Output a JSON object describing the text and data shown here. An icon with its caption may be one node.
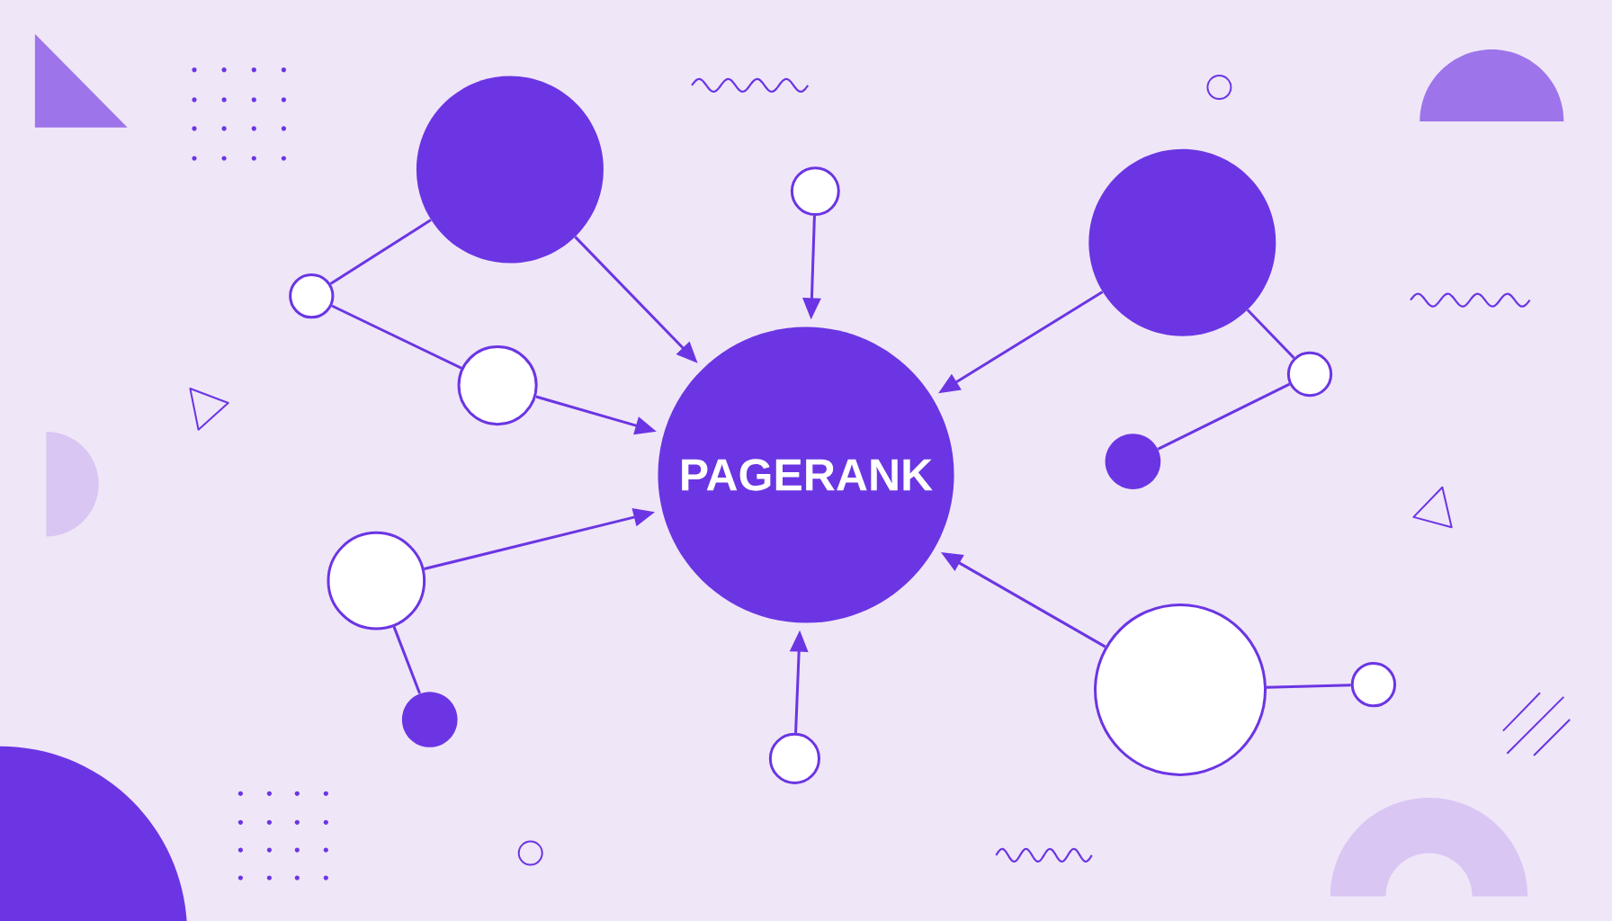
{
  "diagram": {
    "nodes": [
      {
        "text": [
          "PAGERANK"
        ]
      },
      {
        "text": [],
        "shape": "circle"
      },
      {
        "text": [],
        "shape": "circle"
      },
      {
        "text": [],
        "shape": "circle"
      },
      {
        "text": [],
        "shape": "circle"
      },
      {
        "text": [],
        "shape": "circle"
      },
      {
        "text": [],
        "shape": "circle"
      },
      {
        "text": [],
        "shape": "circle"
      },
      {
        "text": [],
        "shape": "circle"
      },
      {
        "text": [],
        "shape": "circle"
      },
      {
        "text": [],
        "shape": "circle"
      },
      {
        "text": [],
        "shape": "circle"
      },
      {
        "text": [],
        "shape": "circle"
      }
    ],
    "edges": [
      {
        "from": 1,
        "to": 0,
        "arrow": "to"
      },
      {
        "from": 2,
        "to": 1,
        "arrow": "none"
      },
      {
        "from": 2,
        "to": 3,
        "arrow": "none"
      },
      {
        "from": 3,
        "to": 0,
        "arrow": "to"
      },
      {
        "from": 4,
        "to": 0,
        "arrow": "to"
      },
      {
        "from": 5,
        "to": 0,
        "arrow": "to"
      },
      {
        "from": 5,
        "to": 6,
        "arrow": "none"
      },
      {
        "from": 6,
        "to": 7,
        "arrow": "none"
      },
      {
        "from": 8,
        "to": 0,
        "arrow": "to"
      },
      {
        "from": 8,
        "to": 9,
        "arrow": "none"
      },
      {
        "from": 10,
        "to": 0,
        "arrow": "to"
      },
      {
        "from": 11,
        "to": 0,
        "arrow": "to"
      },
      {
        "from": 11,
        "to": 12,
        "arrow": "none"
      }
    ]
  }
}
